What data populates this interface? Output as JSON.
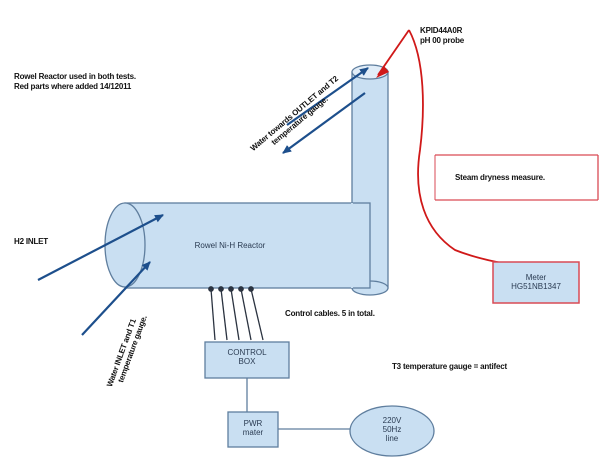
{
  "labels": {
    "top_title": "",
    "rowel_note_line1": "Rowel Reactor used in both tests.",
    "rowel_note_line2": "Red parts where added 14/12011",
    "kpid_line1": "KPID44A0R",
    "kpid_line2": "pH 00 probe",
    "steam_dryness": "Steam dryness measure.",
    "meter_line1": "Meter",
    "meter_line2": "HG51NB1347",
    "h2_inlet": "H2 INLET",
    "reactor_label": "Rowel Ni-H Reactor",
    "water_outlet_line1": "Water towards OUTLET and T2",
    "water_outlet_line2": "temperature gauge.",
    "water_inlet_line1": "Water INLET and T1",
    "water_inlet_line2": "temperature gauge.",
    "control_cables": "Control cables. 5 in total.",
    "control_box_line1": "CONTROL",
    "control_box_line2": "BOX",
    "pwr_line1": "PWR",
    "pwr_line2": "mater",
    "power_line1": "220V",
    "power_line2": "50Hz",
    "power_line3": "line",
    "t3_gauge": "T3 temperature gauge = antifect"
  },
  "colors": {
    "component_fill": "#c9dff2",
    "component_stroke": "#5f7e9e",
    "arrow_blue": "#1d4f8c",
    "red_wire": "#d01919",
    "red_box": "#d94a55",
    "cable_dark": "#2b3340"
  }
}
